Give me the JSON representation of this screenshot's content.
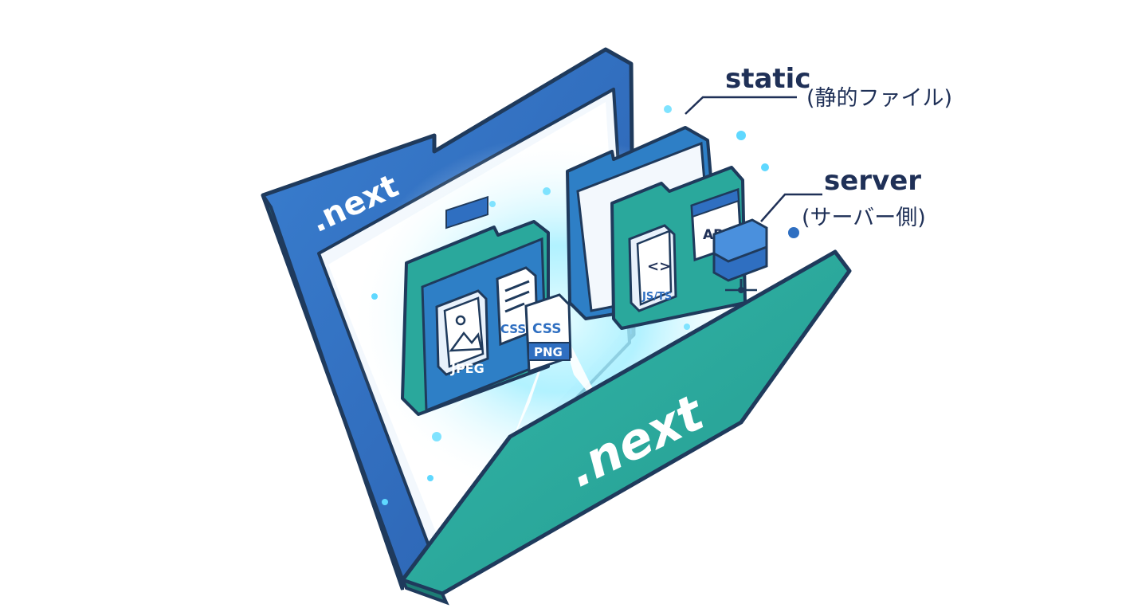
{
  "folder": {
    "back_label": ".next",
    "front_label": ".next"
  },
  "callouts": {
    "static": {
      "title": "static",
      "subtitle": "(静的ファイル)"
    },
    "server": {
      "title": "server",
      "subtitle": "(サーバー側)"
    }
  },
  "files": {
    "image_tag": "JPEG",
    "css_back_tag": "CSS",
    "css_front_tag": "CSS",
    "png_tag": "PNG",
    "js_glyph": "<>",
    "js_tag": "JS/TS",
    "api_tag": "API"
  },
  "colors": {
    "folder_blue": "#2f6fc1",
    "folder_teal": "#2aa89c",
    "outline": "#1f3a5c",
    "glow": "#7fe3ff"
  }
}
